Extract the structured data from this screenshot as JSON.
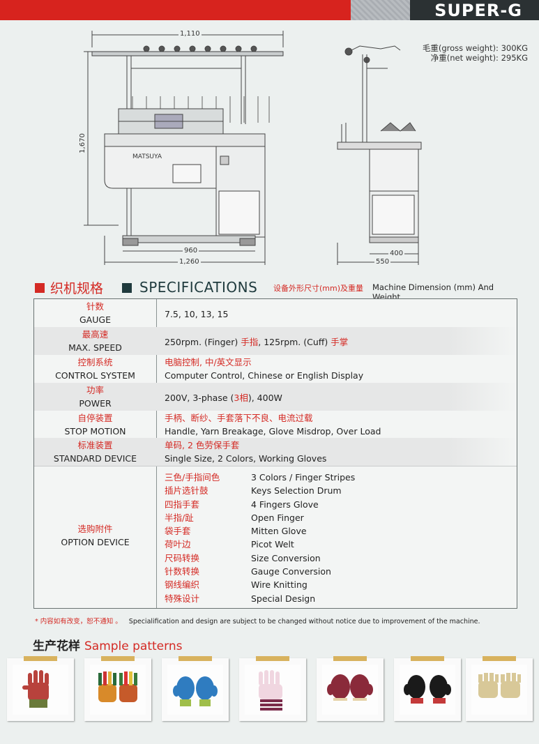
{
  "header": {
    "model": "SUPER-G"
  },
  "weights": {
    "gross_zh": "毛重",
    "gross_en": "(gross weight): 300KG",
    "net_zh": "净重",
    "net_en": "(net weight): 295KG"
  },
  "drawing": {
    "brand": "MATSUYA",
    "dim_width_top": "1,110",
    "dim_height": "1,670",
    "dim_base_inner": "960",
    "dim_base_outer": "1,260",
    "dim_side_inner": "400",
    "dim_side_outer": "550"
  },
  "section": {
    "title_zh": "织机规格",
    "title_en": "SPECIFICATIONS",
    "dim_zh": "设备外形尺寸(mm)及重量",
    "dim_en": "Machine Dimension (mm) And Weight"
  },
  "specs": {
    "gauge": {
      "zh": "针数",
      "en": "GAUGE",
      "value": "7.5, 10, 13, 15"
    },
    "speed": {
      "zh": "最高速",
      "en": "MAX. SPEED",
      "v1": "250rpm. (Finger) ",
      "v1zh": "手指",
      "v2": ", 125rpm. (Cuff) ",
      "v2zh": "手掌"
    },
    "control": {
      "zh": "控制系统",
      "en": "CONTROL SYSTEM",
      "value_zh": "电脑控制, 中/英文显示",
      "value_en": "Computer Control, Chinese or English Display"
    },
    "power": {
      "zh": "功率",
      "en": "POWER",
      "v1": "200V, 3-phase (",
      "vzh": "3相",
      "v2": "), 400W"
    },
    "stop": {
      "zh": "自停装置",
      "en": "STOP MOTION",
      "value_zh": "手柄、断纱、手套落下不良、电流过载",
      "value_en": "Handle, Yarn Breakage, Glove Misdrop, Over Load"
    },
    "standard": {
      "zh": "标准装置",
      "en": "STANDARD DEVICE",
      "value_zh": "单码, 2 色劳保手套",
      "value_en": "Single Size, 2 Colors, Working Gloves"
    },
    "option": {
      "zh": "选购附件",
      "en": "OPTION DEVICE",
      "items": [
        {
          "zh": "三色/手指间色",
          "en": "3 Colors / Finger Stripes"
        },
        {
          "zh": "插片选针鼓",
          "en": "Keys Selection Drum"
        },
        {
          "zh": "四指手套",
          "en": "4 Fingers Glove"
        },
        {
          "zh": "半指/趾",
          "en": "Open Finger"
        },
        {
          "zh": "袋手套",
          "en": "Mitten Glove"
        },
        {
          "zh": "荷叶边",
          "en": "Picot Welt"
        },
        {
          "zh": "尺码转换",
          "en": "Size Conversion"
        },
        {
          "zh": "针数转换",
          "en": "Gauge Conversion"
        },
        {
          "zh": "钢线编织",
          "en": "Wire Knitting"
        },
        {
          "zh": "特殊设计",
          "en": "Special Design"
        }
      ]
    }
  },
  "note": {
    "zh": "* 内容如有改变，恕不通知 。",
    "en": "Specialification and design are subject to be changed without notice due to improvement of the machine."
  },
  "samples": {
    "title_zh": "生产花样",
    "title_en": "Sample patterns"
  }
}
